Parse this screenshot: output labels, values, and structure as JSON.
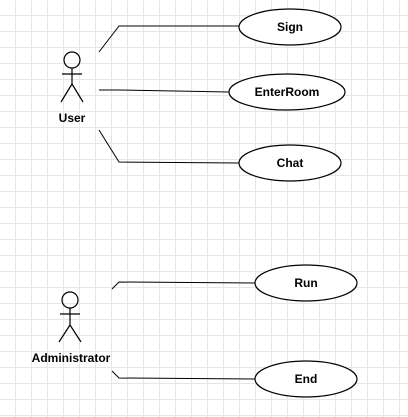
{
  "actors": {
    "user": {
      "label": "User"
    },
    "administrator": {
      "label": "Administrator"
    }
  },
  "use_cases": {
    "sign": {
      "label": "Sign"
    },
    "enter_room": {
      "label": "EnterRoom"
    },
    "chat": {
      "label": "Chat"
    },
    "run": {
      "label": "Run"
    },
    "end": {
      "label": "End"
    }
  }
}
